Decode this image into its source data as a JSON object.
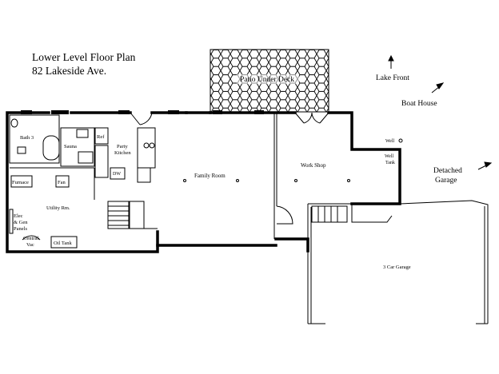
{
  "header": {
    "title": "Lower Level Floor Plan",
    "address": "82 Lakeside Ave."
  },
  "labels": {
    "patio": "Patio Under Deck",
    "lake_front": "Lake Front",
    "boat_house": "Boat House",
    "detached": "Detached",
    "garage": "Garage",
    "bath": "Bath 3",
    "sauna": "Sauna",
    "ref": "Ref",
    "party": "Party",
    "kitchen": "Kitchen",
    "dw": "DW",
    "furnace": "Furnace",
    "fan": "Fan",
    "utility": "Utility Rm.",
    "elec1": "Elec",
    "elec2": "& Gen",
    "elec3": "Panels",
    "central1": "Central",
    "central2": "Vac",
    "oil_tank": "Oil Tank",
    "family_room": "Family Room",
    "work_shop": "Work Shop",
    "well": "Well",
    "well_tank1": "Well",
    "well_tank2": "Tank",
    "car_garage": "3 Car Garage"
  },
  "colors": {
    "wall": "#000000",
    "background": "#ffffff"
  }
}
